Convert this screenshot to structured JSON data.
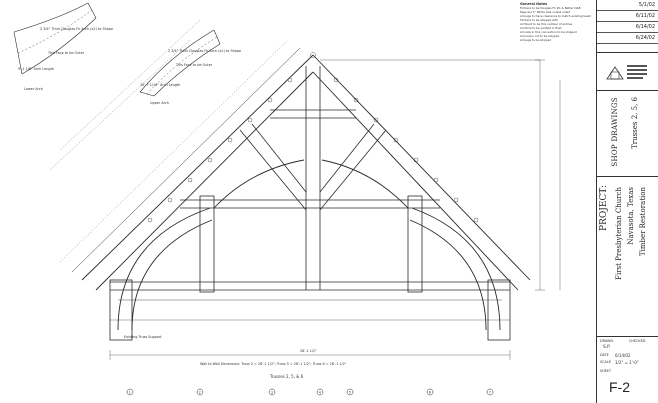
{
  "general_notes": {
    "title": "General Notes",
    "lines": [
      "Timbers to be Douglas Fir #1 & Better D&B",
      "Pegs are 1\" White Oak unless noted",
      "All pegs to have clearance to match existing beam",
      "Timbers to be shipped with",
      "All Wood to be this number of entries",
      "All Dims to be verified in field",
      "All nails in this connection to be shipped",
      "All joinery cut to be shipped",
      "All pegs to be shipped"
    ]
  },
  "arch_details": {
    "lower_label": "Lower Arch",
    "upper_label": "Upper Arch",
    "lower_spec": "2 3/4\" Thick Douglas Fir Arch (x2) to Shape",
    "upper_spec": "2 3/4\" Thick Douglas Fir Arch (x2) to Shape",
    "lower_length": "9'-1 1/8\" Arch Length",
    "upper_length": "10'-7 1/16\" Arch Length",
    "lower_note": "This Face to be Outer",
    "upper_note": "This Face to be Outer"
  },
  "drawing": {
    "caption": "Trusses 2, 5, & 6",
    "overall_dim": "28'-1 1/2\"",
    "wall_note": "Wall to Wall Dimension: Truss 2 = 28'-1 1/2\"; Truss 5 = 28'-1 1/2\"; Truss 6 = 28'-1 1/2\"",
    "existing_support": "Existing Truss Support",
    "grid_marks": [
      "1",
      "2",
      "3",
      "4",
      "5",
      "6",
      "7"
    ]
  },
  "title_block": {
    "revisions": [
      "5/1/02",
      "6/11/02",
      "6/14/02",
      "6/24/02"
    ],
    "section_label": "SHOP DRAWINGS",
    "truss_label": "Trusses 2, 5, 6",
    "project_label": "PROJECT:",
    "project_lines": [
      "First Presbyterian Church",
      "Navasota, Texas",
      "Timber Restoration"
    ],
    "drawn_by_label": "DRAWN",
    "drawn_by": "S.P.",
    "checked_label": "CHECKED",
    "date_label": "DATE",
    "date": "6/14/02",
    "scale_label": "SCALE",
    "scale": "1/2\" = 1'-0\"",
    "sheet_label": "SHEET",
    "sheet_number": "F-2"
  },
  "colors": {
    "line": "#2a2a2a",
    "paper": "#ffffff"
  }
}
